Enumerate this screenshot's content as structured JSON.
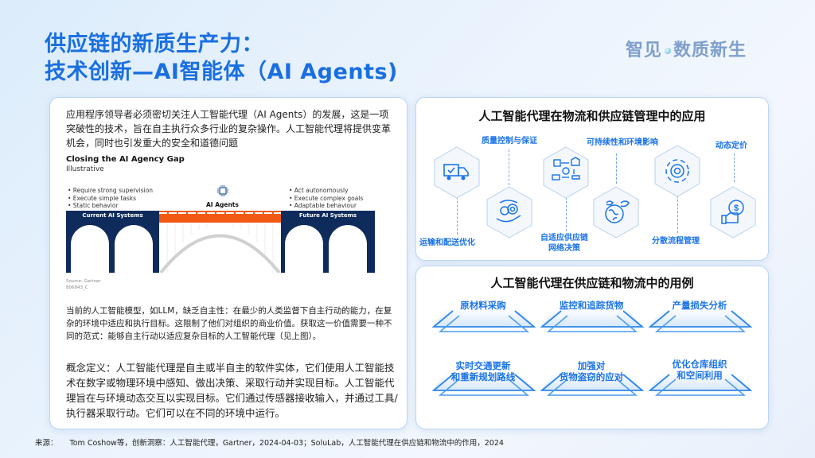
{
  "header": {
    "title_line1": "供应链的新质生产力：",
    "title_line2": "技术创新—AI智能体（AI Agents)",
    "brand_left": "智见",
    "brand_right": "数质新生"
  },
  "left_panel": {
    "intro": "应用程序领导者必须密切关注人工智能代理（AI Agents）的发展，这是一项突破性的技术，旨在自主执行众多行业的复杂操作。人工智能代理将提供变革机会，同时也引发重大的安全和道德问题",
    "figure": {
      "title": "Closing the AI Agency Gap",
      "subtitle": "Illustrative",
      "left_bullets": [
        "• Require strong supervision",
        "• Execute simple tasks",
        "• Static behavior"
      ],
      "right_bullets": [
        "• Act autonomously",
        "• Execute complex goals",
        "• Adaptable behaviour"
      ],
      "center_label": "AI Agents",
      "left_pillar": "Current AI Systems",
      "right_pillar": "Future AI Systems",
      "source": "Source: Gartner",
      "code": "806843_C",
      "colors": {
        "pillar": "#0f2b5b",
        "deck": "#f25a14",
        "arch": "#d0d0d0"
      }
    },
    "current_state": "当前的人工智能模型，如LLM，缺乏自主性：在最少的人类监督下自主行动的能力，在复杂的环境中适应和执行目标。这限制了他们对组织的商业价值。获取这一价值需要一种不同的范式：能够自主行动以适应复杂目标的人工智能代理（见上图）。",
    "definition": "概念定义：人工智能代理是自主或半自主的软件实体，它们使用人工智能技术在数字或物理环境中感知、做出决策、采取行动并实现目标。人工智能代理旨在与环境动态交互以实现目标。它们通过传感器接收输入，并通过工具/执行器采取行动。它们可以在不同的环境中运行。"
  },
  "applications": {
    "title": "人工智能代理在物流和供应链管理中的应用",
    "items": [
      {
        "label": "运输和配送优化",
        "icon": "delivery-truck-icon"
      },
      {
        "label": "质量控制与保证",
        "icon": "hand-gears-icon"
      },
      {
        "label": "自适应供应链\n网络决策",
        "icon": "network-flow-icon"
      },
      {
        "label": "可持续性和环境影响",
        "icon": "globe-leaf-icon"
      },
      {
        "label": "分散流程管理",
        "icon": "gear-cycle-icon"
      },
      {
        "label": "动态定价",
        "icon": "thumbs-up-dollar-icon"
      }
    ],
    "accent": "#1a73e8"
  },
  "use_cases": {
    "title": "人工智能代理在供应链和物流中的用例",
    "items": [
      {
        "line1": "原材料采购",
        "line2": ""
      },
      {
        "line1": "监控和追踪货物",
        "line2": ""
      },
      {
        "line1": "产量损失分析",
        "line2": ""
      },
      {
        "line1": "实时交通更新",
        "line2": "和重新规划路线"
      },
      {
        "line1": "加强对",
        "line2": "货物盗窃的应对"
      },
      {
        "line1": "优化仓库组织",
        "line2": "和空间利用"
      }
    ]
  },
  "footer": {
    "label": "来源：",
    "text": "Tom Coshow等，创新洞察：人工智能代理，Gartner，2024-04-03；SoluLab，人工智能代理在供应链和物流中的作用，2024"
  }
}
